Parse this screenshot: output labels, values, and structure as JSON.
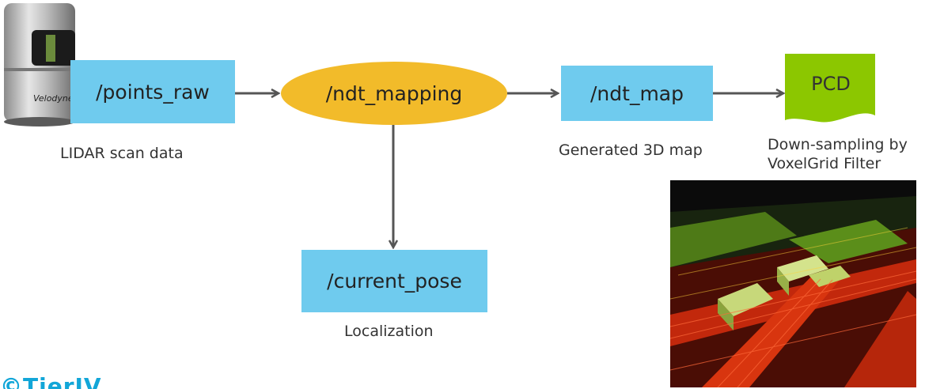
{
  "nodes": {
    "points_raw": "/points_raw",
    "ndt_mapping": "/ndt_mapping",
    "ndt_map": "/ndt_map",
    "current_pose": "/current_pose",
    "pcd": "PCD"
  },
  "captions": {
    "lidar": "LIDAR scan data",
    "map": "Generated 3D map",
    "downsampling_line1": "Down-sampling by",
    "downsampling_line2": "VoxelGrid Filter",
    "localization": "Localization"
  },
  "lidar_device": {
    "brand_text": "Velodyne"
  },
  "footer_logo": {
    "text": "©TierIV"
  },
  "colors": {
    "topic_box": "#6fcbee",
    "node_oval": "#f2bb2a",
    "pcd_doc": "#8cc700",
    "arrow": "#555555"
  }
}
